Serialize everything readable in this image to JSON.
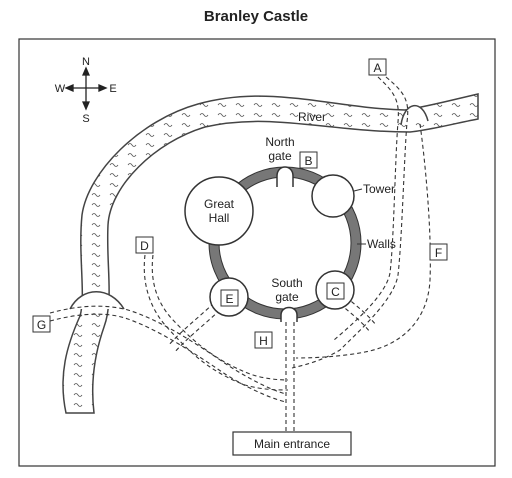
{
  "title": "Branley Castle",
  "compass": {
    "n": "N",
    "s": "S",
    "e": "E",
    "w": "W"
  },
  "labels": {
    "river": "River",
    "north_gate_line1": "North",
    "north_gate_line2": "gate",
    "tower": "Tower",
    "great_hall_line1": "Great",
    "great_hall_line2": "Hall",
    "walls": "Walls",
    "south_gate_line1": "South",
    "south_gate_line2": "gate",
    "main_entrance": "Main entrance"
  },
  "markers": {
    "a": "A",
    "b": "B",
    "c": "C",
    "d": "D",
    "e": "E",
    "f": "F",
    "g": "G",
    "h": "H"
  }
}
